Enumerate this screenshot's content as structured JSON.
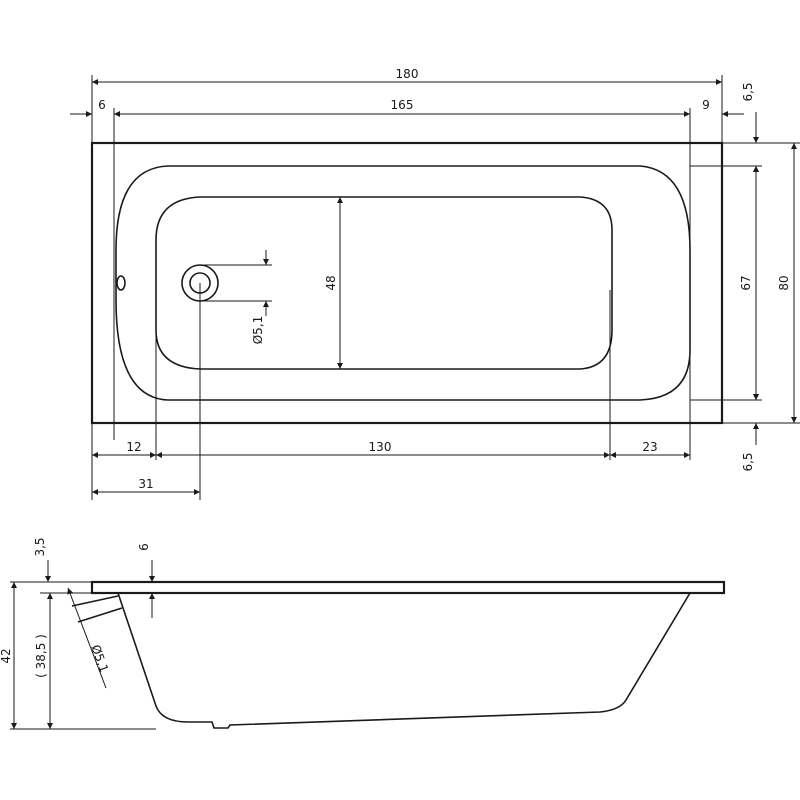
{
  "diagram": {
    "colors": {
      "ink": "#1a1a1a",
      "background": "#ffffff"
    },
    "top_view": {
      "dimensions": {
        "overall_length": "180",
        "left_rim": "6",
        "inner_length": "165",
        "right_rim": "9",
        "top_rim": "6,5",
        "inner_width": "67",
        "overall_width": "80",
        "basin_width": "48",
        "drain_diameter": "Ø5,1",
        "bottom_left_offset": "12",
        "bottom_length": "130",
        "bottom_right_offset": "23",
        "drain_offset": "31",
        "bottom_rim": "6,5"
      }
    },
    "side_view": {
      "dimensions": {
        "rim_height": "3,5",
        "rim_thickness": "6",
        "overall_height": "42",
        "inner_height": "( 38,5 )",
        "overflow_diameter": "Ø5,1"
      }
    }
  }
}
